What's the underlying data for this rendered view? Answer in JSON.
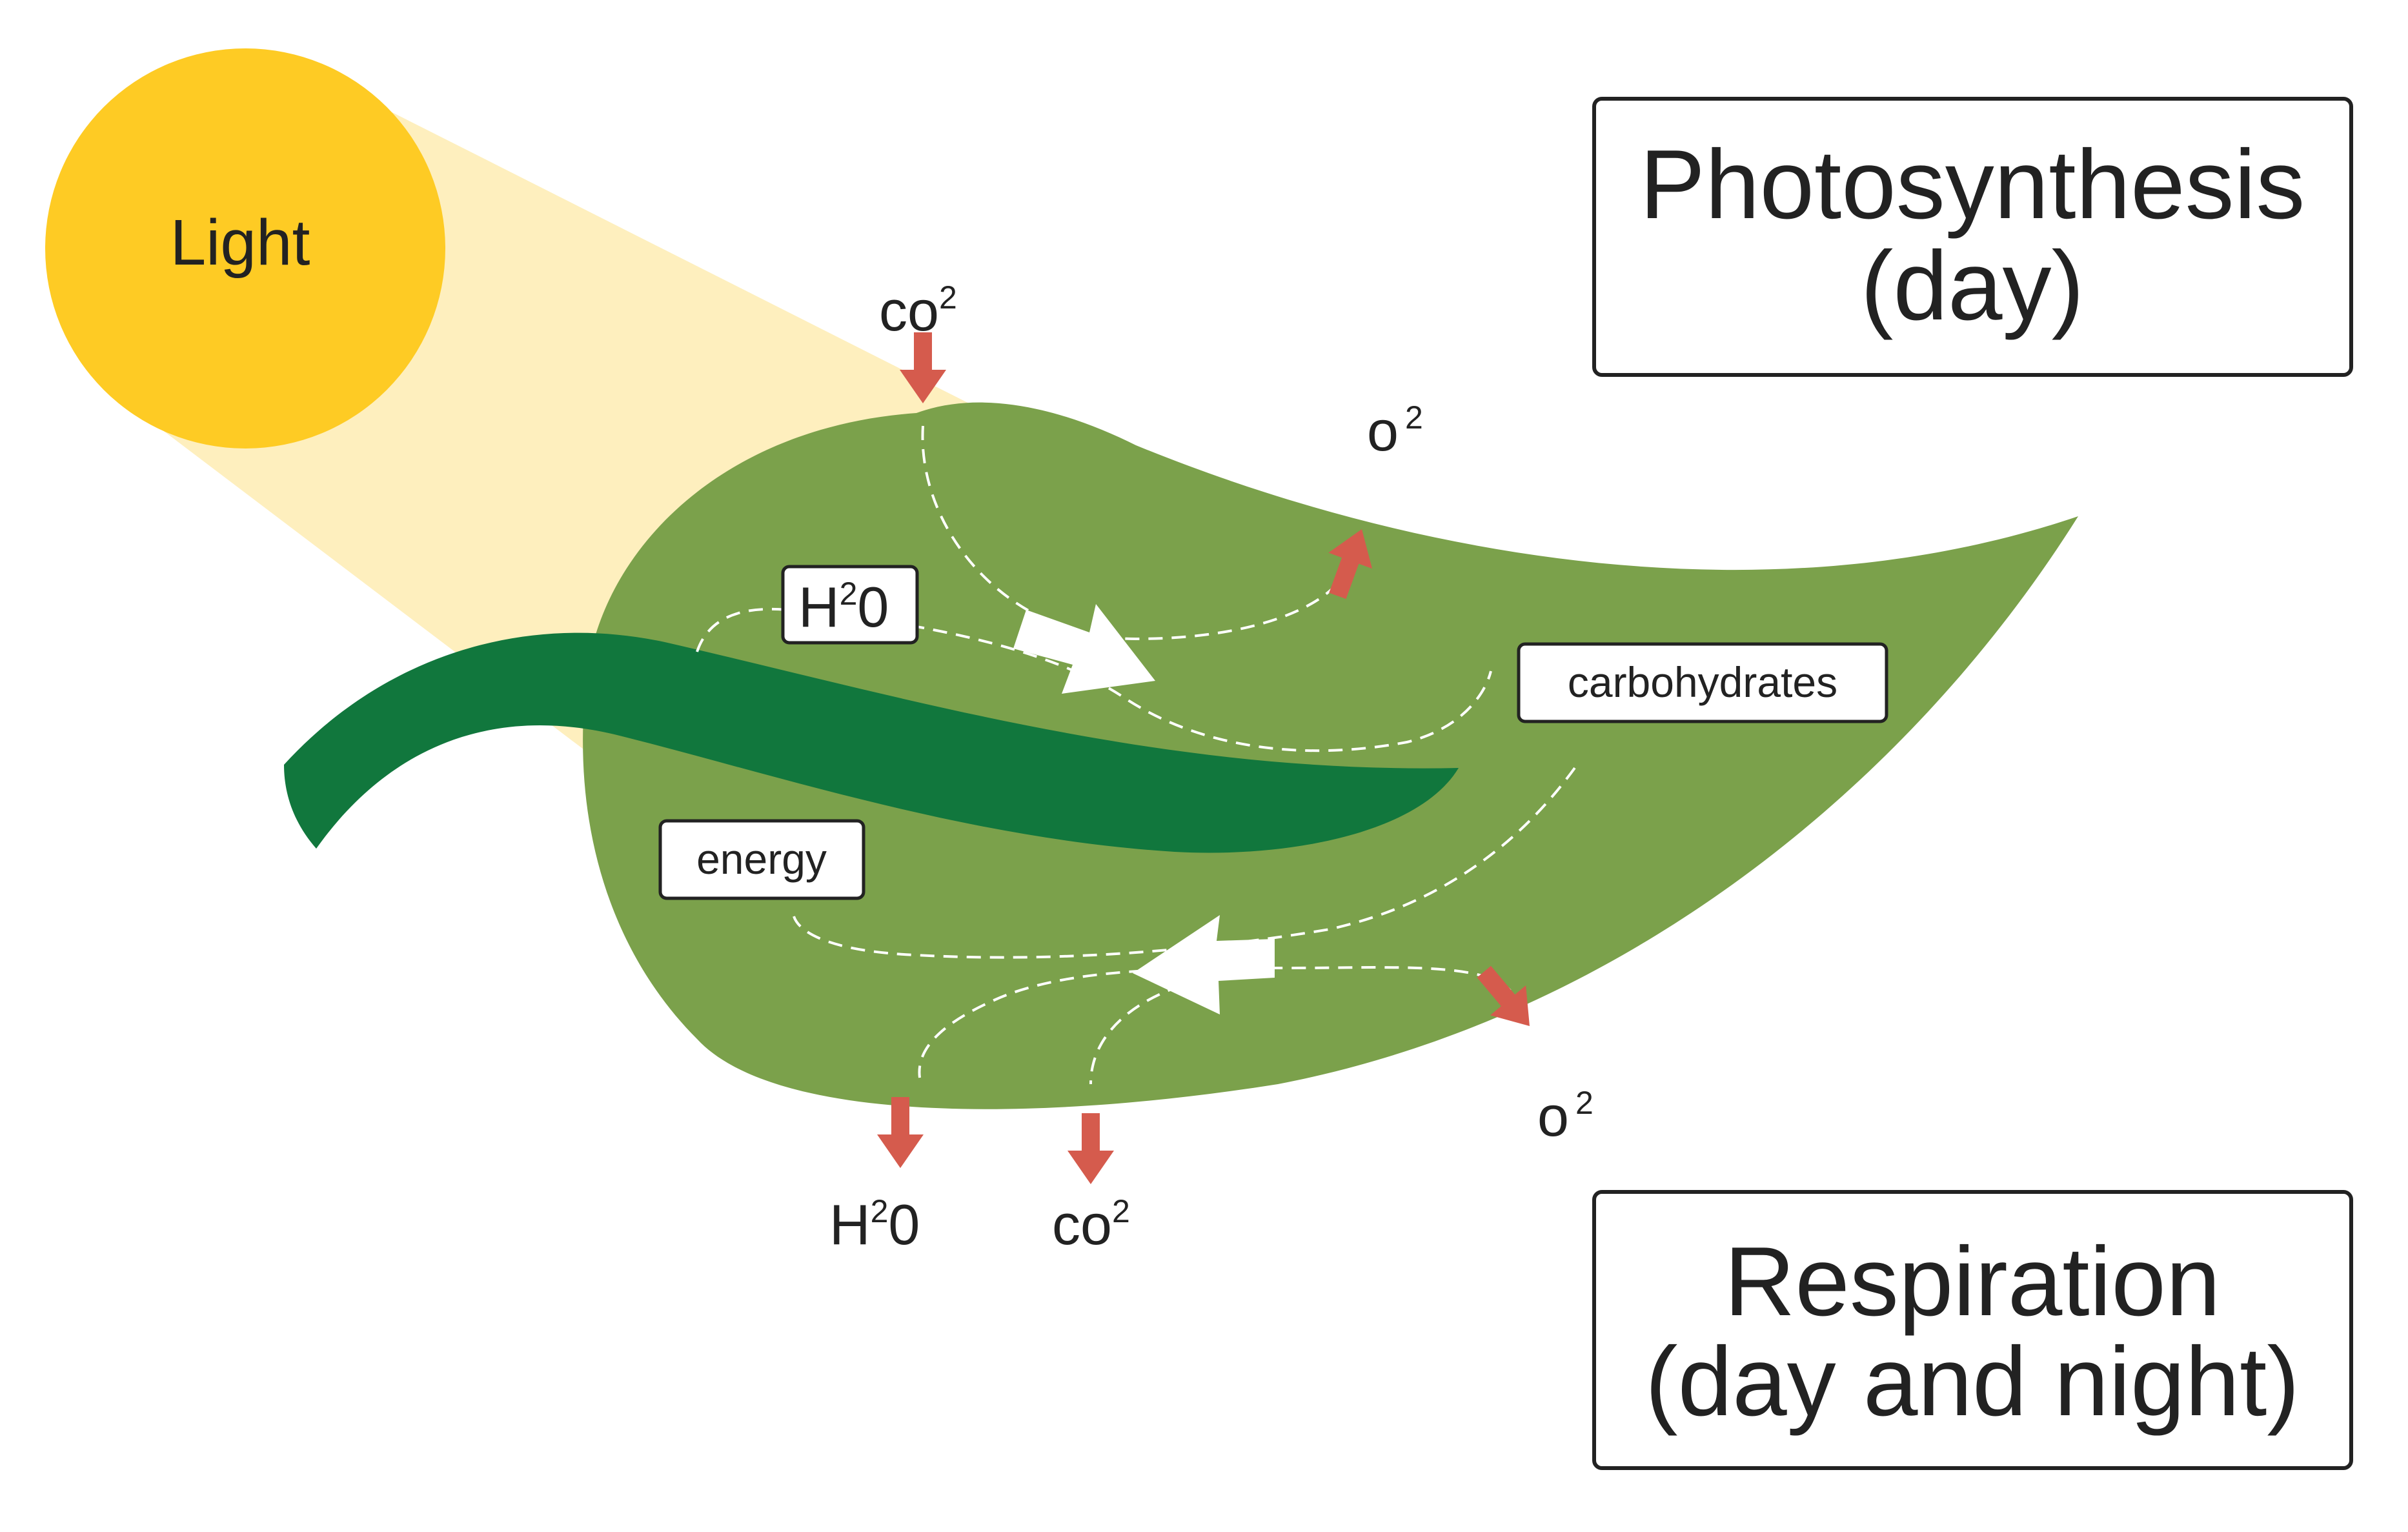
{
  "colors": {
    "sun": "#FECB24",
    "beam": "#FEEFBE",
    "leaf": "#7BA14B",
    "vein": "#11773D",
    "arrow_red": "#D55B4D",
    "flow_arrow": "#FFFFFF",
    "box_border": "#222222",
    "text": "#222222"
  },
  "sun": {
    "label": "Light"
  },
  "boxes": {
    "photosynthesis": {
      "line1": "Photosynthesis",
      "line2": "(day)"
    },
    "respiration": {
      "line1": "Respiration",
      "line2": "(day and night)"
    }
  },
  "photosynthesis_labels": {
    "co2_in": {
      "base": "co",
      "sub": "2"
    },
    "o2_out": {
      "base": "o",
      "sub": "2"
    },
    "water": {
      "base_h": "H",
      "sub": "2",
      "base_o": "0"
    },
    "carbohydrates": "carbohydrates"
  },
  "respiration_labels": {
    "energy": "energy",
    "o2_in": {
      "base": "o",
      "sub": "2"
    },
    "water_out": {
      "base_h": "H",
      "sub": "2",
      "base_o": "0"
    },
    "co2_out": {
      "base": "co",
      "sub": "2"
    }
  },
  "icons": {
    "inflow_arrow": "red-arrow-icon",
    "outflow_arrow": "red-arrow-icon",
    "process_arrow": "white-block-arrow-icon"
  }
}
